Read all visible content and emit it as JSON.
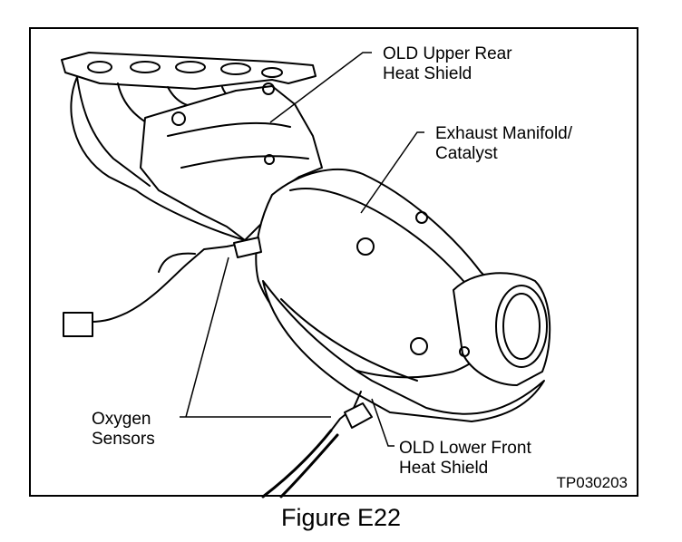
{
  "labels": {
    "upper_heat_shield": [
      "OLD Upper Rear",
      "Heat Shield"
    ],
    "manifold": [
      "Exhaust Manifold/",
      "Catalyst"
    ],
    "oxygen_sensors": [
      "Oxygen",
      "Sensors"
    ],
    "lower_heat_shield": [
      "OLD Lower Front",
      "Heat Shield"
    ]
  },
  "figure_code": "TP030203",
  "caption": "Figure E22"
}
